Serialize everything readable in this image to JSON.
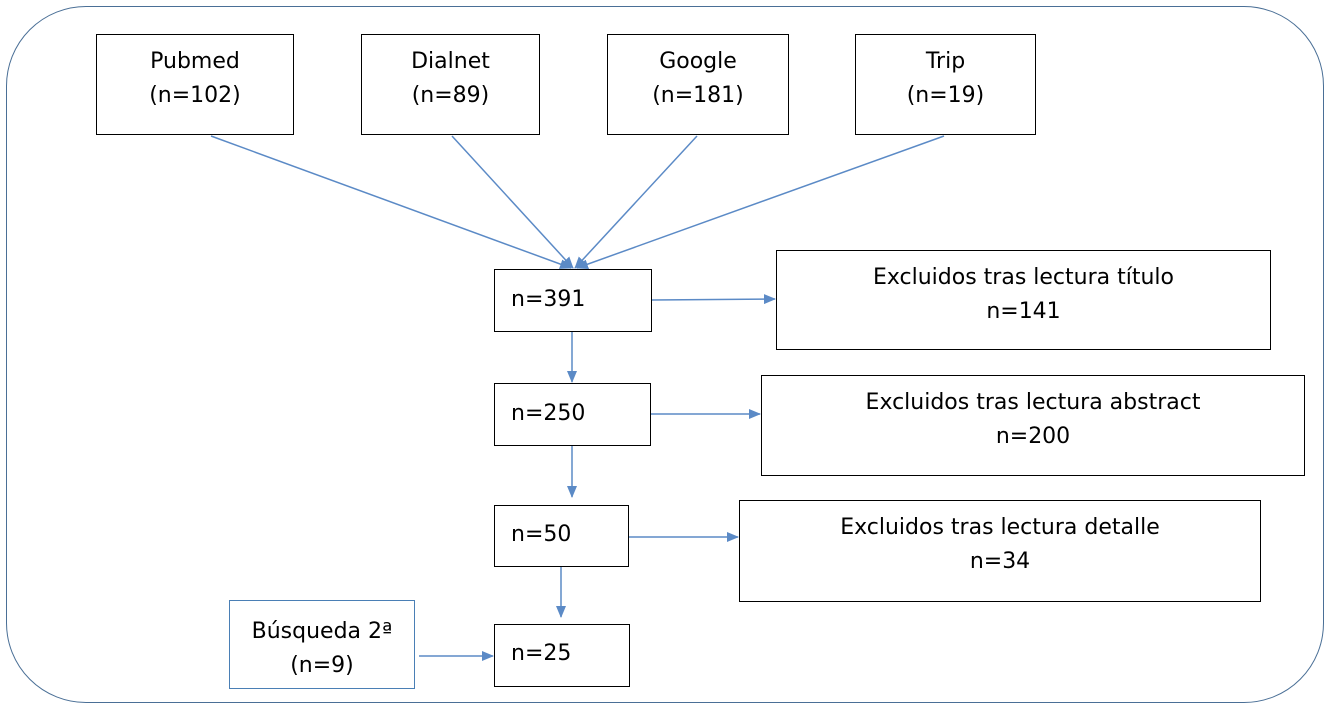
{
  "colors": {
    "arrow": "#5b8ac6",
    "frame": "#4a6f96",
    "box_border": "#000000",
    "secondary_box_border": "#4a7fb5"
  },
  "sources": [
    {
      "name": "Pubmed",
      "count": "(n=102)"
    },
    {
      "name": "Dialnet",
      "count": "(n=89)"
    },
    {
      "name": "Google",
      "count": "(n=181)"
    },
    {
      "name": "Trip",
      "count": "(n=19)"
    }
  ],
  "flow": [
    {
      "count": "n=391"
    },
    {
      "count": "n=250"
    },
    {
      "count": "n=50"
    },
    {
      "count": "n=25"
    }
  ],
  "exclusions": [
    {
      "label": "Excluidos tras lectura título",
      "count": "n=141"
    },
    {
      "label": "Excluidos tras lectura abstract",
      "count": "n=200"
    },
    {
      "label": "Excluidos tras lectura detalle",
      "count": "n=34"
    }
  ],
  "secondary_search": {
    "label": "Búsqueda 2ª",
    "count": "(n=9)"
  }
}
